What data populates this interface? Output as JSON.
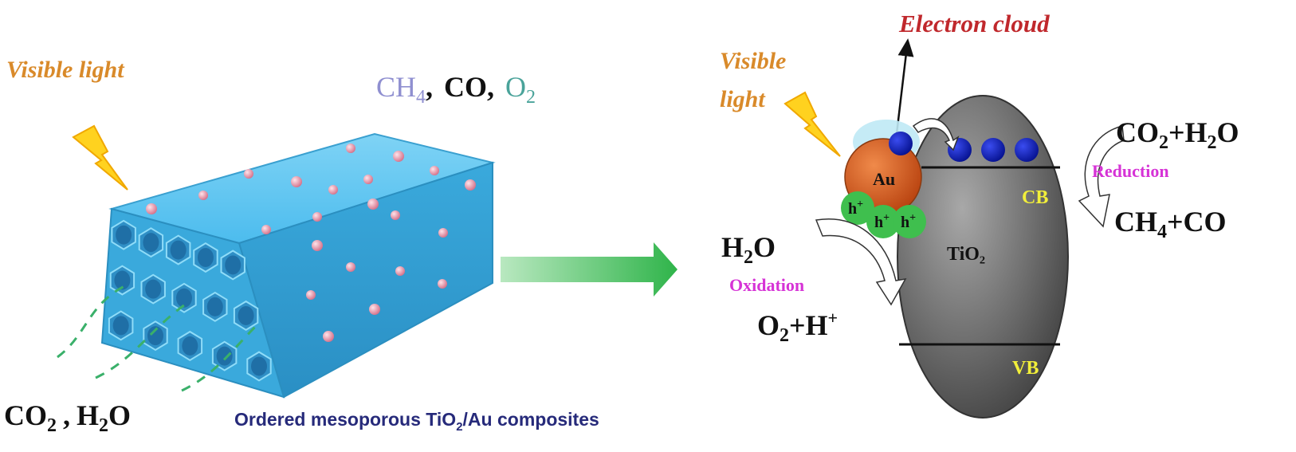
{
  "left_panel": {
    "light_label": "Visible light",
    "products": [
      {
        "base": "CH",
        "sub": "4",
        "color": "#8f8fd0"
      },
      {
        "base": "CO",
        "sub": "",
        "color": "#111111"
      },
      {
        "base": "O",
        "sub": "2",
        "color": "#4aa39a"
      }
    ],
    "separator": ",",
    "reactants": [
      {
        "base": "CO",
        "sub": "2"
      },
      {
        "base": "H",
        "sub": "2",
        "tail": "O"
      }
    ],
    "caption": {
      "pre": "Ordered mesoporous TiO",
      "sub": "2",
      "post": "/Au composites"
    }
  },
  "right_panel": {
    "light_label_line1": "Visible",
    "light_label_line2": "light",
    "electron_cloud": "Electron cloud",
    "au_label": "Au",
    "hole_label": "h",
    "hole_sup": "+",
    "tio2_label": "TiO₂",
    "cb_label": "CB",
    "vb_label": "VB",
    "reduction_label": "Reduction",
    "oxidation_label": "Oxidation",
    "co2_h2o": {
      "a": "CO",
      "a_sub": "2",
      "b": "+H",
      "b_sub": "2",
      "c": "O"
    },
    "ch4_co": {
      "a": "CH",
      "a_sub": "4",
      "b": "+CO"
    },
    "h2o": {
      "a": "H",
      "a_sub": "2",
      "b": "O"
    },
    "o2_h": {
      "a": "O",
      "a_sub": "2",
      "b": "+H",
      "b_sup": "+"
    }
  },
  "colors": {
    "light_text": "#d98a2a",
    "electron_cloud": "#c0282c",
    "tube": "#4cbcee",
    "nanoparticle": "#e6a0b2",
    "arrow_green": "#2fb44a",
    "au": "#d4561c",
    "holes": "#3fbf4e",
    "electron": "#0a1bb8",
    "tio2": "#6d6d6d",
    "label_yellow": "#f2ef3a",
    "process_magenta": "#d633d6",
    "caption_navy": "#262a7a"
  }
}
